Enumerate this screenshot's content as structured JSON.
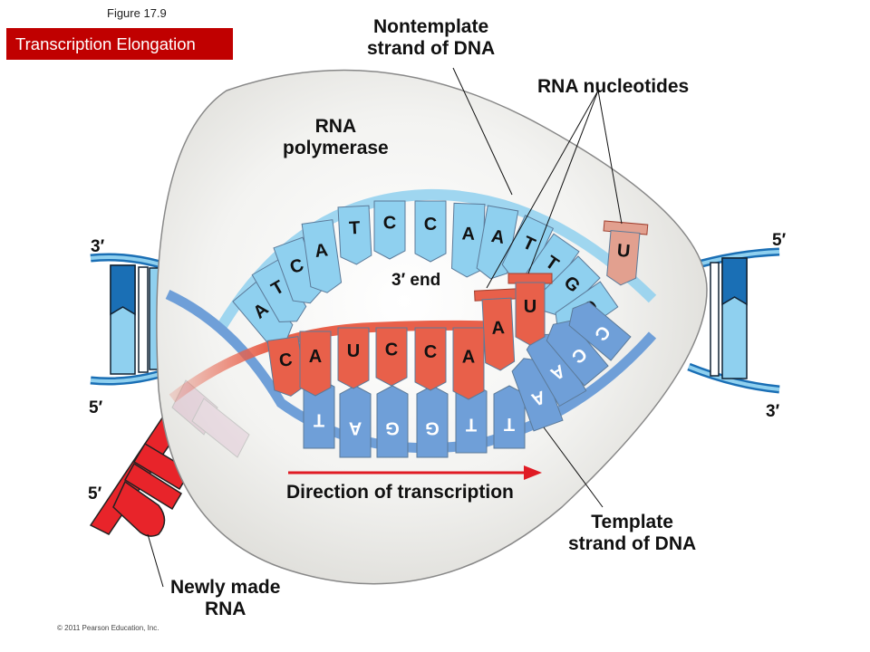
{
  "figure_number": "Figure 17.9",
  "title": "Transcription Elongation",
  "labels": {
    "nontemplate_strand": [
      "Nontemplate",
      "strand of DNA"
    ],
    "rna_nucleotides": "RNA nucleotides",
    "rna_polymerase": [
      "RNA",
      "polymerase"
    ],
    "three_prime_end": "3′  end",
    "direction": "Direction of transcription",
    "template_strand": [
      "Template",
      "strand of DNA"
    ],
    "newly_made_rna": [
      "Newly made",
      "RNA"
    ]
  },
  "strand_ends": {
    "left_top": "3′",
    "left_bottom": "5′",
    "right_top": "5′",
    "right_bottom": "3′",
    "rna_5prime": "5′"
  },
  "nontemplate_bases": [
    "A",
    "T",
    "C",
    "A",
    "T",
    "C",
    "C",
    "A",
    "A",
    "T",
    "T",
    "G",
    "G"
  ],
  "rna_bases": [
    "C",
    "A",
    "U",
    "C",
    "C",
    "A"
  ],
  "incoming_rna_nucleotides": [
    "A",
    "U",
    "U"
  ],
  "template_bases": [
    "T",
    "A",
    "G",
    "G",
    "T",
    "T",
    "A",
    "A",
    "C",
    "C"
  ],
  "colors": {
    "title_bg": "#c00000",
    "nontemplate_blue": "#8fd0ef",
    "template_blue": "#6f9fd8",
    "rna_red": "#e8604a",
    "new_rna_red": "#e8242a",
    "polymerase_gray": "#e9e8e4",
    "dna_dark_blue": "#1a6fb5",
    "arrow_red": "#e01b24"
  },
  "copyright": "© 2011 Pearson Education, Inc."
}
